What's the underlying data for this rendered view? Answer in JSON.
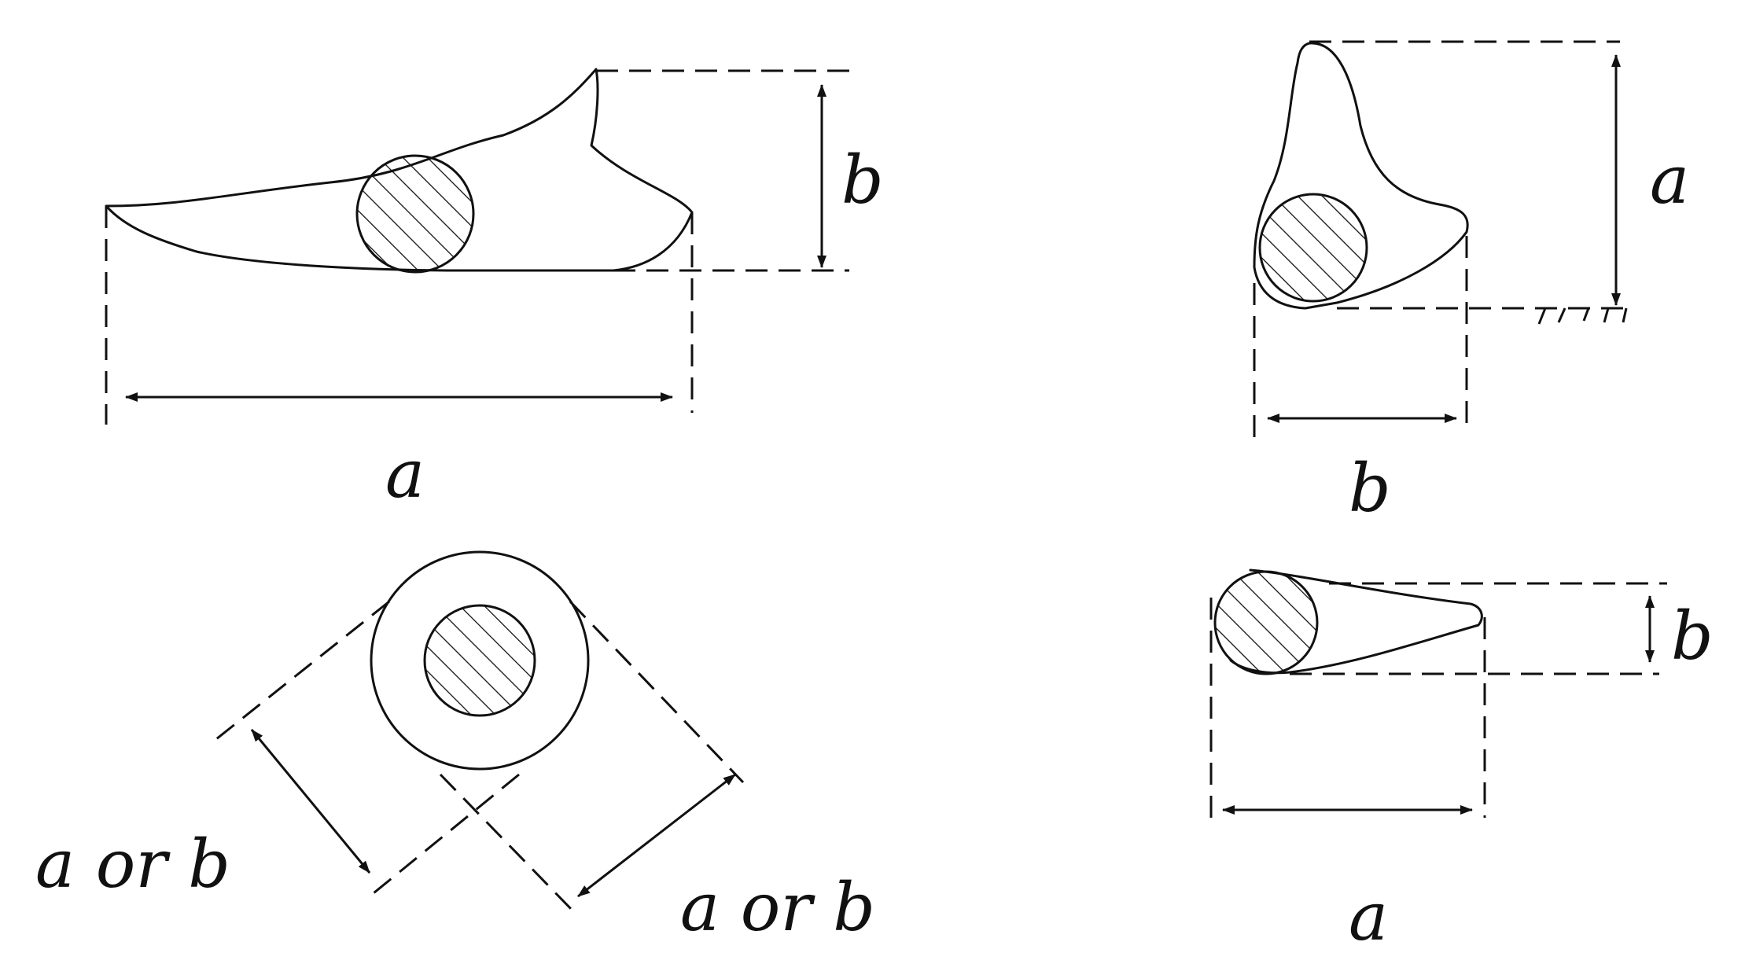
{
  "figure": {
    "panels": [
      {
        "id": "top-left",
        "labels": {
          "horizontal": "a",
          "vertical": "b"
        }
      },
      {
        "id": "top-right",
        "labels": {
          "vertical": "a",
          "horizontal": "b"
        }
      },
      {
        "id": "bottom-left",
        "labels": {
          "left_diagonal": "a or b",
          "right_diagonal": "a or b"
        }
      },
      {
        "id": "bottom-right",
        "labels": {
          "vertical": "b",
          "horizontal": "a"
        }
      }
    ]
  },
  "colors": {
    "stroke": "#111111",
    "background": "#ffffff"
  }
}
